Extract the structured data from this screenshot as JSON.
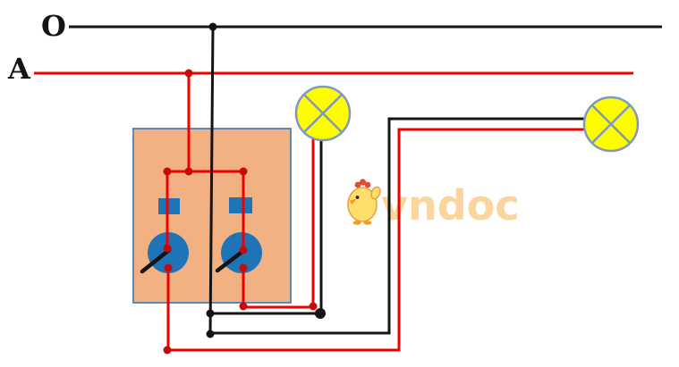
{
  "power_lines": {
    "neutral_label": "O",
    "phase_label": "A"
  },
  "watermark": {
    "text": "vndoc"
  },
  "colors": {
    "label_color": "#141414",
    "wire_black": "#141414",
    "wire_red": "#f20000",
    "dot_red": "#c40a0a",
    "board_fill": "#f2b183",
    "board_border": "#4e7fb0",
    "terminal_blue": "#1f74b8",
    "lamp_fill": "#fdfd00",
    "lamp_stroke": "#7d99c1",
    "watermark_text": "#fbd49e",
    "chick_body": "#ffdf6b",
    "chick_outline": "#e8a43f",
    "chick_comb": "#e04b34",
    "chick_beak": "#f59a23"
  }
}
